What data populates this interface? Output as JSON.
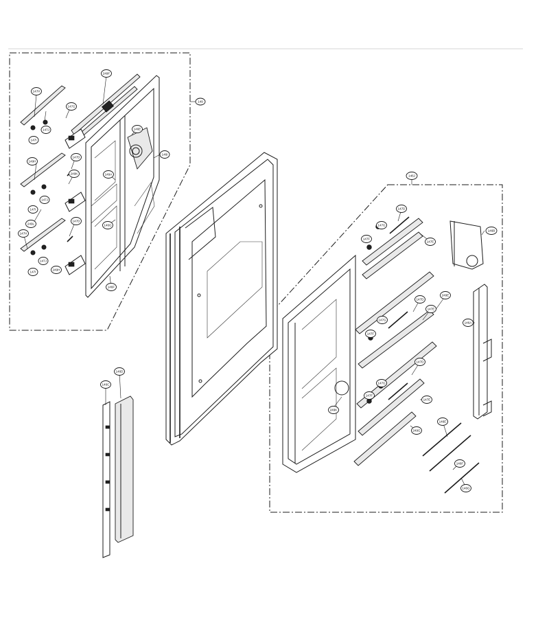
{
  "diagram": {
    "group_labels": {
      "left_group": "149",
      "right_group": "146J"
    },
    "callouts": {
      "l1": "147H",
      "l2": "147G",
      "l3": "147J",
      "l4": "147I",
      "l5": "249F",
      "l6": "147D",
      "l7": "149H",
      "l8": "249K",
      "l9": "147J",
      "l10": "147I",
      "l11": "249L",
      "l12": "147H",
      "l13": "147D",
      "l14": "147J",
      "l15": "147I",
      "l16": "249H",
      "l17": "149A",
      "l18": "146E",
      "l19": "146I",
      "l20": "146G",
      "l21": "146F",
      "l22": "146C",
      "l23": "146D",
      "r1": "147D",
      "r2": "147G",
      "r3": "147F",
      "r4": "147E",
      "r5": "146B",
      "r6": "249E",
      "r7": "147D",
      "r8": "147E",
      "r9": "147G",
      "r10": "147F",
      "r11": "146A",
      "r12": "147D",
      "r13": "147G",
      "r14": "147F",
      "r15": "147E",
      "r16": "249K",
      "r17": "249G",
      "r18": "146E",
      "r19": "146F",
      "r20": "146G"
    }
  }
}
